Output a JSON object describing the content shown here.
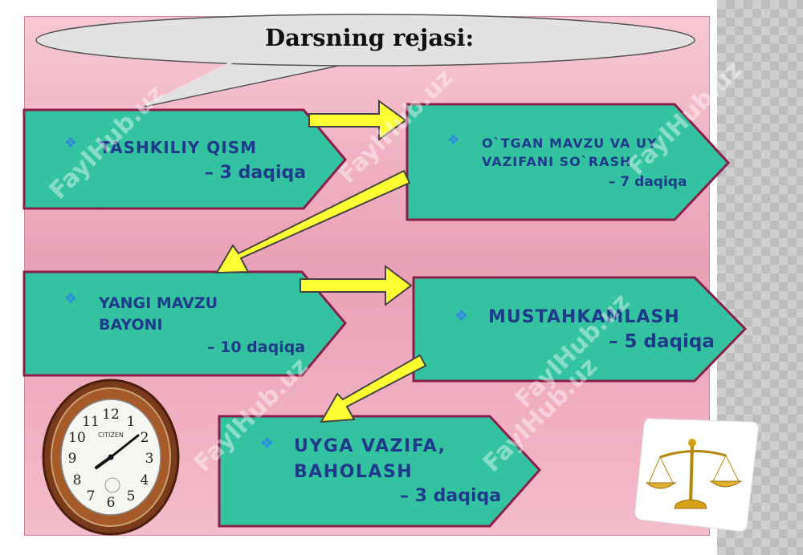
{
  "title": "Darsning rejasi:",
  "colors": {
    "box_fill": "#33c3a0",
    "box_border": "#8a1f4a",
    "text": "#1f3a8a",
    "arrow": "#ffff33",
    "panel": "#eaa0b6"
  },
  "steps": [
    {
      "bullet": "❖",
      "label": "TASHKILIY  QISM",
      "duration": "– 3 daqiqa"
    },
    {
      "bullet": "❖",
      "label_line1": "O`TGAN  MAVZU VA UY",
      "label_line2": "VAZIFANI  SO`RASH",
      "duration": "– 7 daqiqa"
    },
    {
      "bullet": "❖",
      "label_line1": "YANGI MAVZU",
      "label_line2": "BAYONI",
      "duration": "– 10 daqiqa"
    },
    {
      "bullet": "❖",
      "label": "MUSTAHKAMLASH",
      "duration": "– 5 daqiqa"
    },
    {
      "bullet": "❖",
      "label_line1": "UYGA  VAZIFA,",
      "label_line2": "BAHOLASH",
      "duration": "– 3 daqiqa"
    }
  ],
  "watermark": "FaylHub.uz",
  "clock": {
    "brand": "CITIZEN",
    "hour_labels": [
      "12",
      "1",
      "2",
      "3",
      "4",
      "5",
      "6",
      "7",
      "8",
      "9",
      "10",
      "11"
    ]
  },
  "icons": [
    "clock-image",
    "scales-icon"
  ]
}
